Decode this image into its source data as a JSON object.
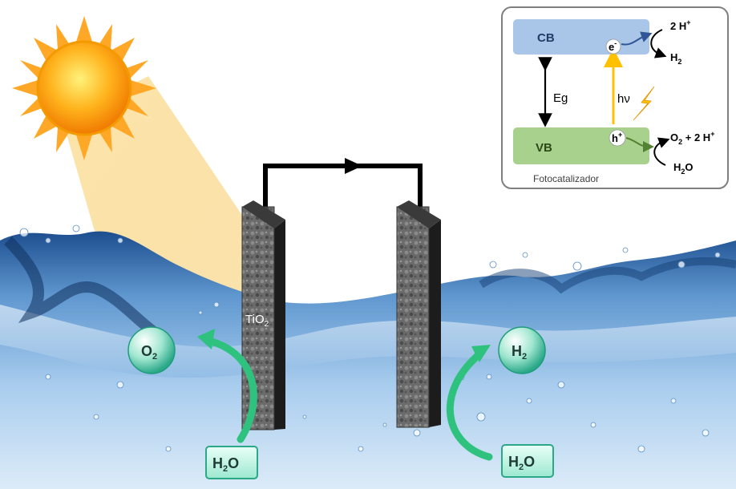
{
  "electrode_left": {
    "base": "TiO",
    "sub": "2"
  },
  "bubbles": {
    "o2": {
      "base": "O",
      "sub": "2"
    },
    "h2": {
      "base": "H",
      "sub": "2"
    }
  },
  "water_tags": {
    "left": {
      "pre": "H",
      "sub": "2",
      "post": "O"
    },
    "right": {
      "pre": "H",
      "sub": "2",
      "post": "O"
    }
  },
  "inset": {
    "cb_label": "CB",
    "vb_label": "VB",
    "eg_label": "Eg",
    "hv_label": "hν",
    "electron": {
      "base": "e",
      "sup": "-"
    },
    "hole": {
      "base": "h",
      "sup": "+"
    },
    "reduction_in": {
      "base": "2 H",
      "sup": "+"
    },
    "reduction_out": {
      "base": "H",
      "sub": "2"
    },
    "oxidation_out": {
      "a": "O",
      "a_sub": "2",
      "b": " + 2 H",
      "b_sup": "+"
    },
    "oxidation_in": {
      "pre": "H",
      "sub": "2",
      "post": "O"
    },
    "caption": "Fotocatalizador"
  },
  "colors": {
    "cb_band": "#a9c6e8",
    "vb_band": "#a9d18e",
    "photon_arrow": "#ffc000",
    "electron_arrow": "#2f5597",
    "hole_arrow": "#548235",
    "gas_arrow": "#2ec27e",
    "wire": "#000000",
    "electrode": "#555555",
    "water": "#7fb6e6"
  }
}
